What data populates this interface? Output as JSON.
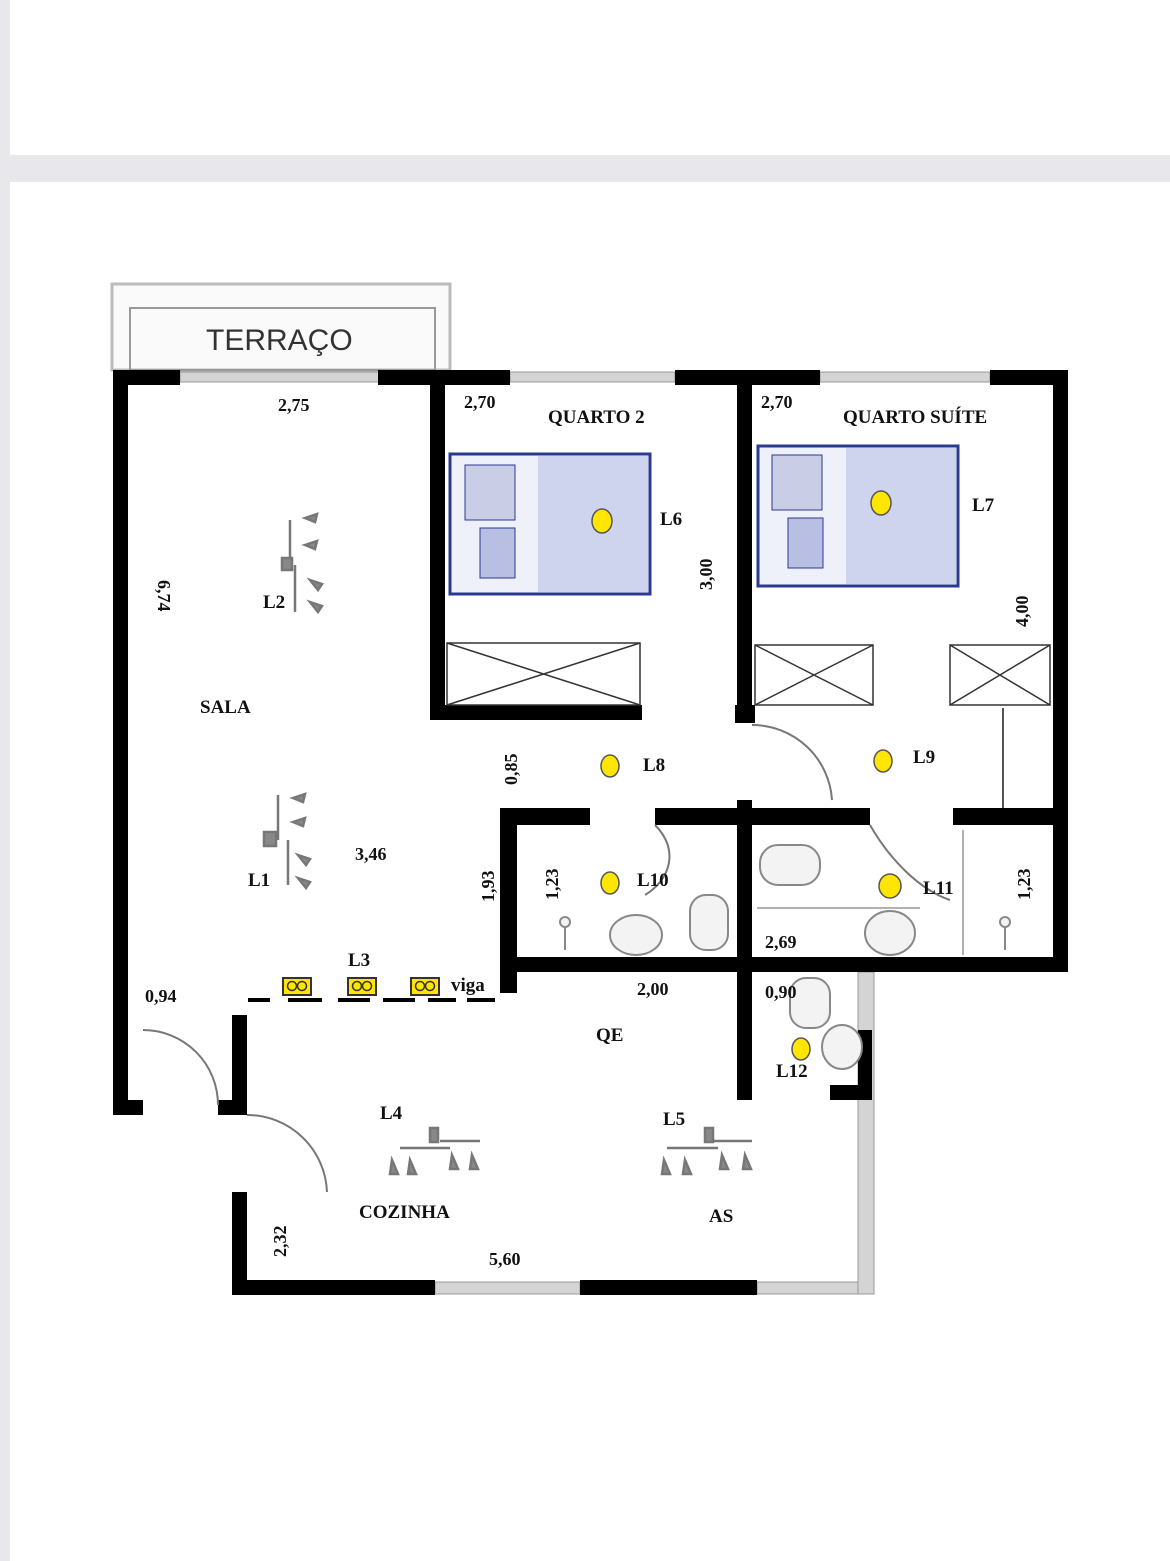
{
  "plan": {
    "rooms": {
      "terraco": "TERRAÇO",
      "quarto2": "QUARTO 2",
      "quarto_suite": "QUARTO SUÍTE",
      "sala": "SALA",
      "qe": "QE",
      "cozinha": "COZINHA",
      "as": "AS"
    },
    "dimensions": {
      "sala_width": "2,75",
      "sala_height": "6,74",
      "q2_width": "2,70",
      "qs_width": "2,70",
      "q2_height": "3,00",
      "qs_height": "4,00",
      "hall": "0,85",
      "sala_depth": "3,46",
      "hall_height": "1,93",
      "bath1_height": "1,23",
      "bath2_height": "1,23",
      "bath_width": "2,69",
      "qe_width": "2,00",
      "lav_width": "0,90",
      "entry": "0,94",
      "kitchen_height": "2,32",
      "kitchen_width": "5,60"
    },
    "lights": {
      "l1": "L1",
      "l2": "L2",
      "l3": "L3",
      "l4": "L4",
      "l5": "L5",
      "l6": "L6",
      "l7": "L7",
      "l8": "L8",
      "l9": "L9",
      "l10": "L10",
      "l11": "L11",
      "l12": "L12"
    },
    "beam_label": "viga",
    "colors": {
      "wall": "#000000",
      "light": "#ffe600",
      "bed": "#2b3a8f",
      "window": "#c8c8c8"
    }
  }
}
